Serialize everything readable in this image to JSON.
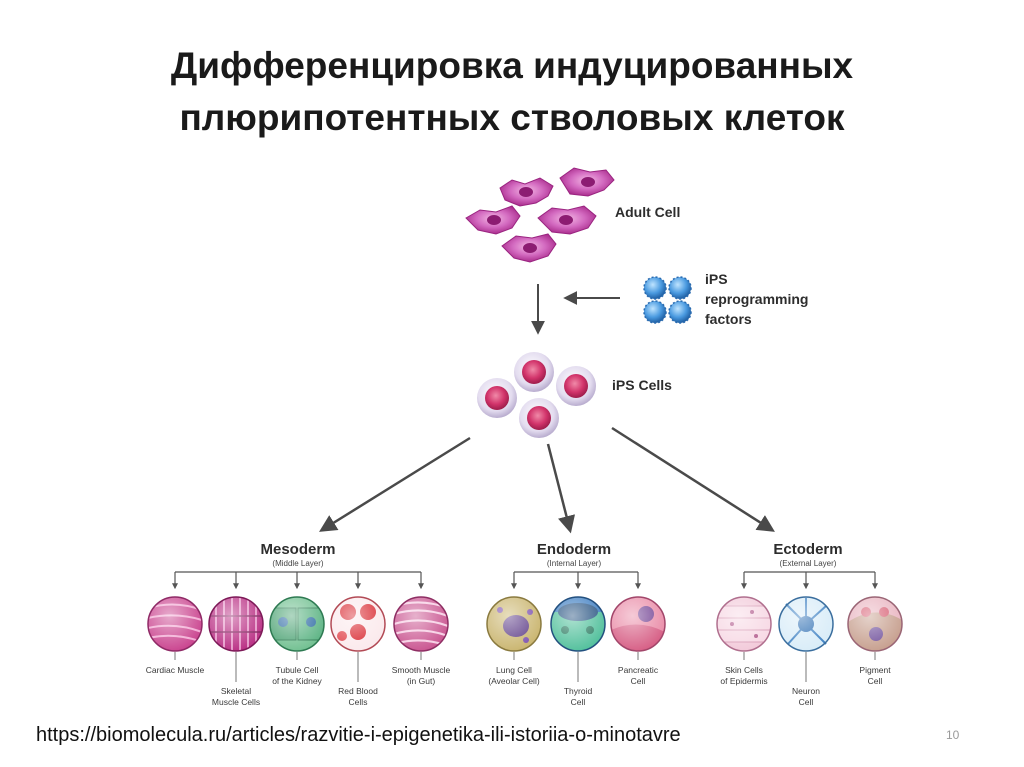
{
  "slide": {
    "title_line1": "Дифференцировка индуцированных",
    "title_line2": "плюрипотентных стволовых клеток",
    "source": "https://biomolecula.ru/articles/razvitie-i-epigenetika-ili-istoriia-o-minotavre",
    "page_number": "10"
  },
  "diagram": {
    "adult_cell": "Adult Cell",
    "factors_line1": "iPS",
    "factors_line2": "reprogramming",
    "factors_line3": "factors",
    "ips_cells": "iPS Cells",
    "mesoderm": {
      "name": "Mesoderm",
      "sub": "(Middle Layer)"
    },
    "endoderm": {
      "name": "Endoderm",
      "sub": "(Internal Layer)"
    },
    "ectoderm": {
      "name": "Ectoderm",
      "sub": "(External Layer)"
    },
    "cells": {
      "cardiac": "Cardiac Muscle",
      "skeletal_1": "Skeletal",
      "skeletal_2": "Muscle Cells",
      "tubule_1": "Tubule Cell",
      "tubule_2": "of the Kidney",
      "rbc_1": "Red Blood",
      "rbc_2": "Cells",
      "smooth_1": "Smooth Muscle",
      "smooth_2": "(in Gut)",
      "lung_1": "Lung Cell",
      "lung_2": "(Aveolar Cell)",
      "thyroid_1": "Thyroid",
      "thyroid_2": "Cell",
      "pancreatic_1": "Pancreatic",
      "pancreatic_2": "Cell",
      "skin_1": "Skin Cells",
      "skin_2": "of Epidermis",
      "neuron_1": "Neuron",
      "neuron_2": "Cell",
      "pigment_1": "Pigment",
      "pigment_2": "Cell"
    }
  },
  "colors": {
    "adult_cell": "#c03a9a",
    "ips_cell": "#d0306a",
    "factor": "#3f8fd6",
    "arrow": "#4a4a4a"
  }
}
